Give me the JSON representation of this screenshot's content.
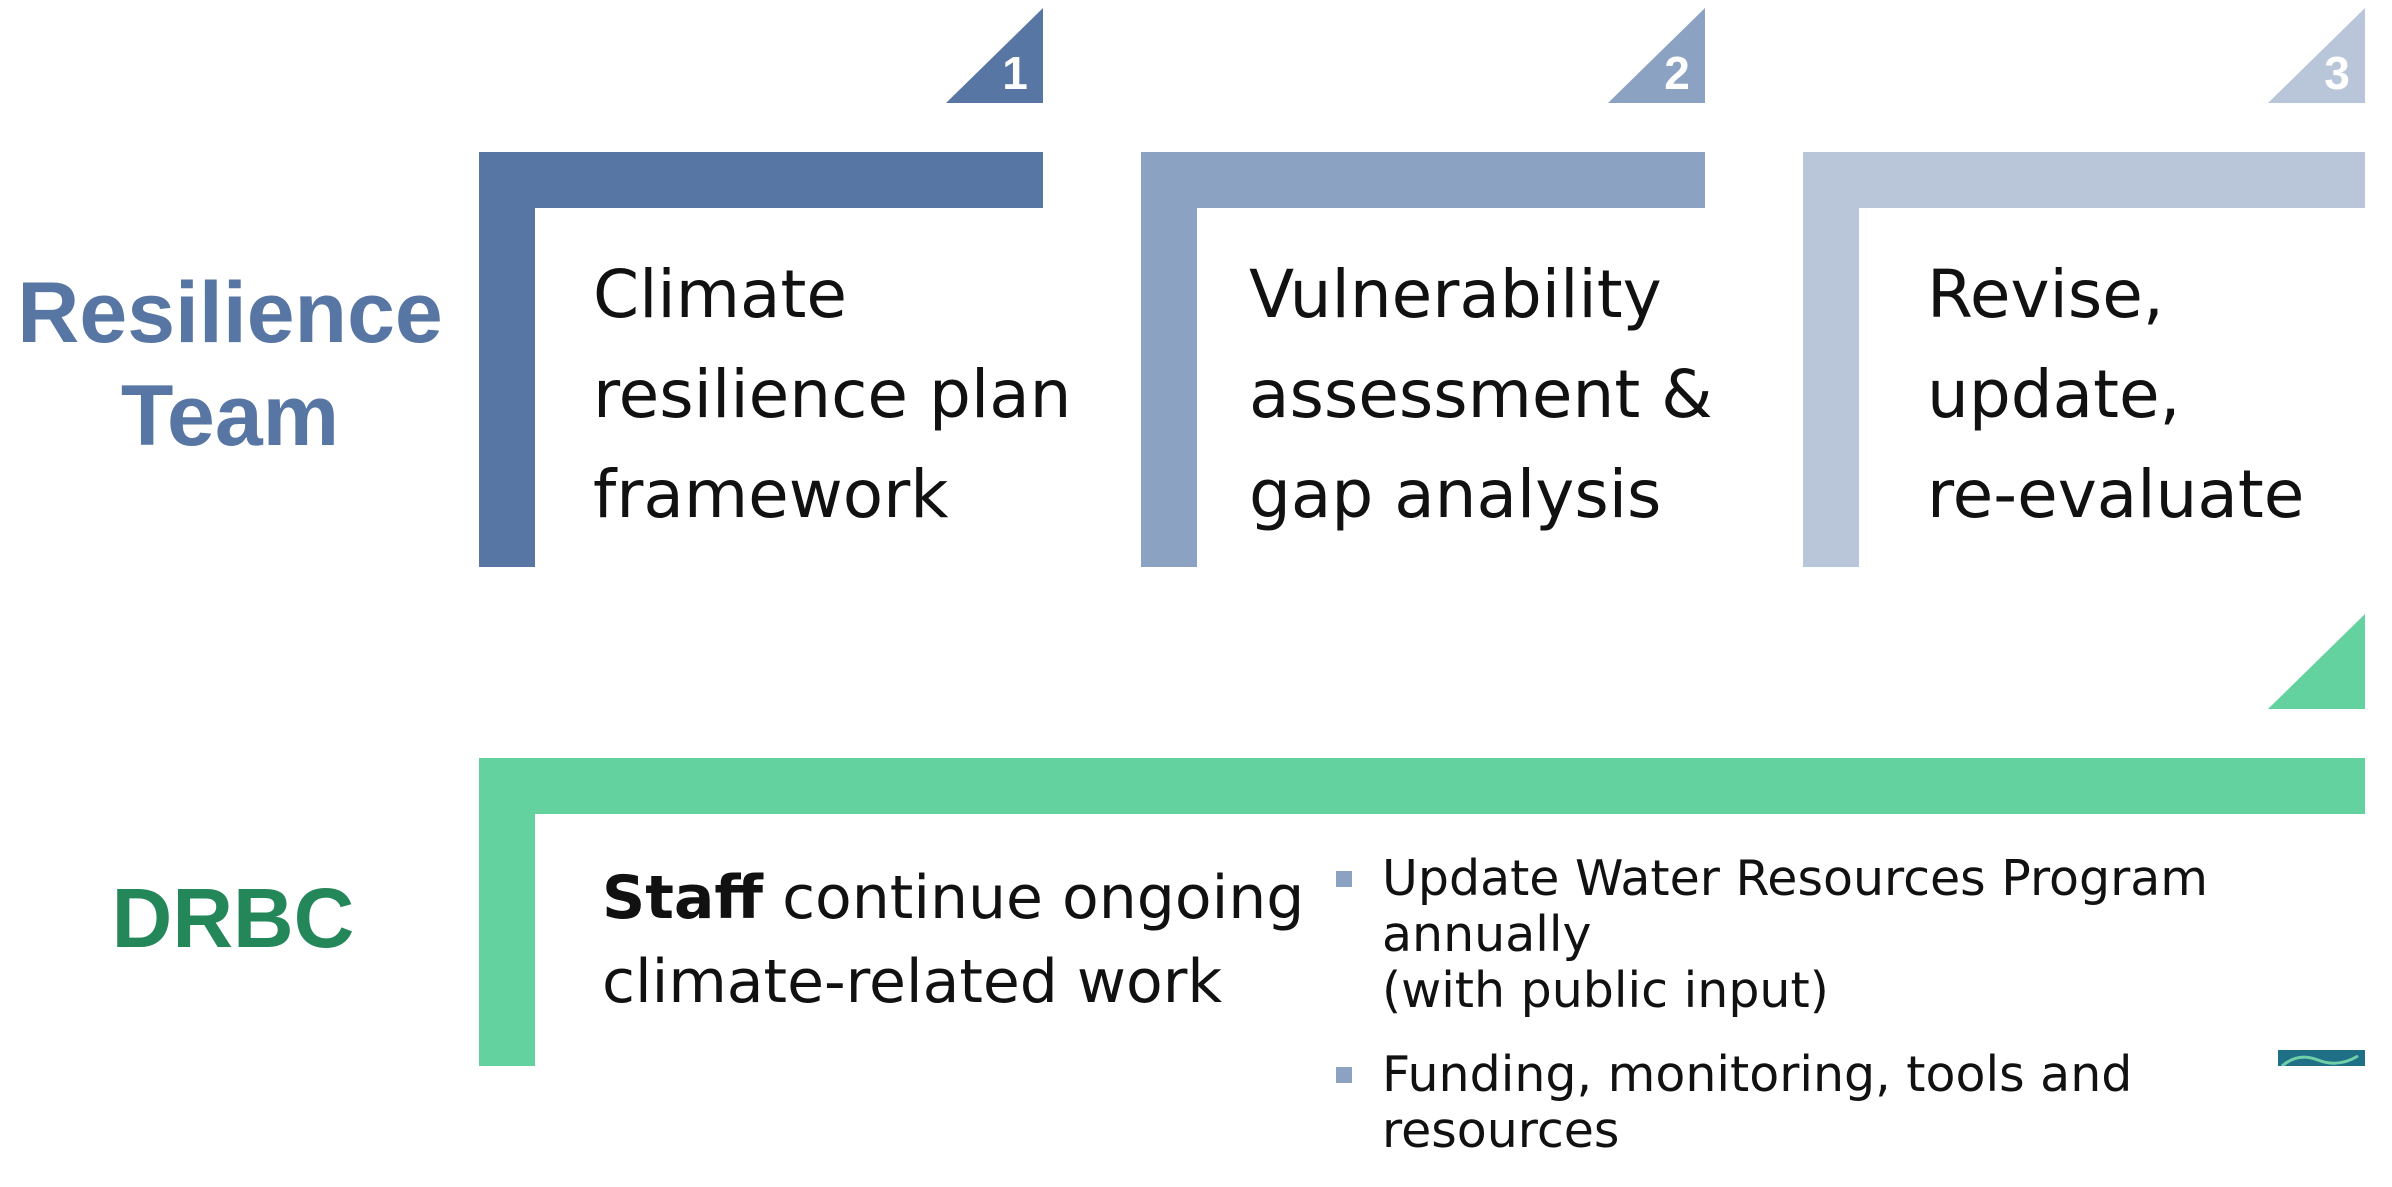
{
  "colors": {
    "step1": "#5876a4",
    "step2": "#8ca2c3",
    "step3": "#b9c6da",
    "drbc_bar": "#63d29e",
    "resilience_label": "#5876a4",
    "drbc_label": "#23875a"
  },
  "resilience_team": {
    "label_line1": "Resilience",
    "label_line2": "Team",
    "steps": [
      {
        "number": "1",
        "lines": [
          "Climate",
          "resilience plan",
          "framework"
        ]
      },
      {
        "number": "2",
        "lines": [
          "Vulnerability",
          "assessment &",
          "gap analysis"
        ]
      },
      {
        "number": "3",
        "lines": [
          "Revise,",
          "update,",
          "re-evaluate"
        ]
      }
    ]
  },
  "drbc": {
    "label": "DRBC",
    "staff_bold": "Staff",
    "staff_rest_line1": " continue ongoing",
    "staff_line2": "climate-related work",
    "bullets": [
      {
        "line1": "Update Water Resources Program annually",
        "line2": "(with public input)"
      },
      {
        "line1": "Funding, monitoring, tools and resources",
        "line2": ""
      }
    ]
  }
}
